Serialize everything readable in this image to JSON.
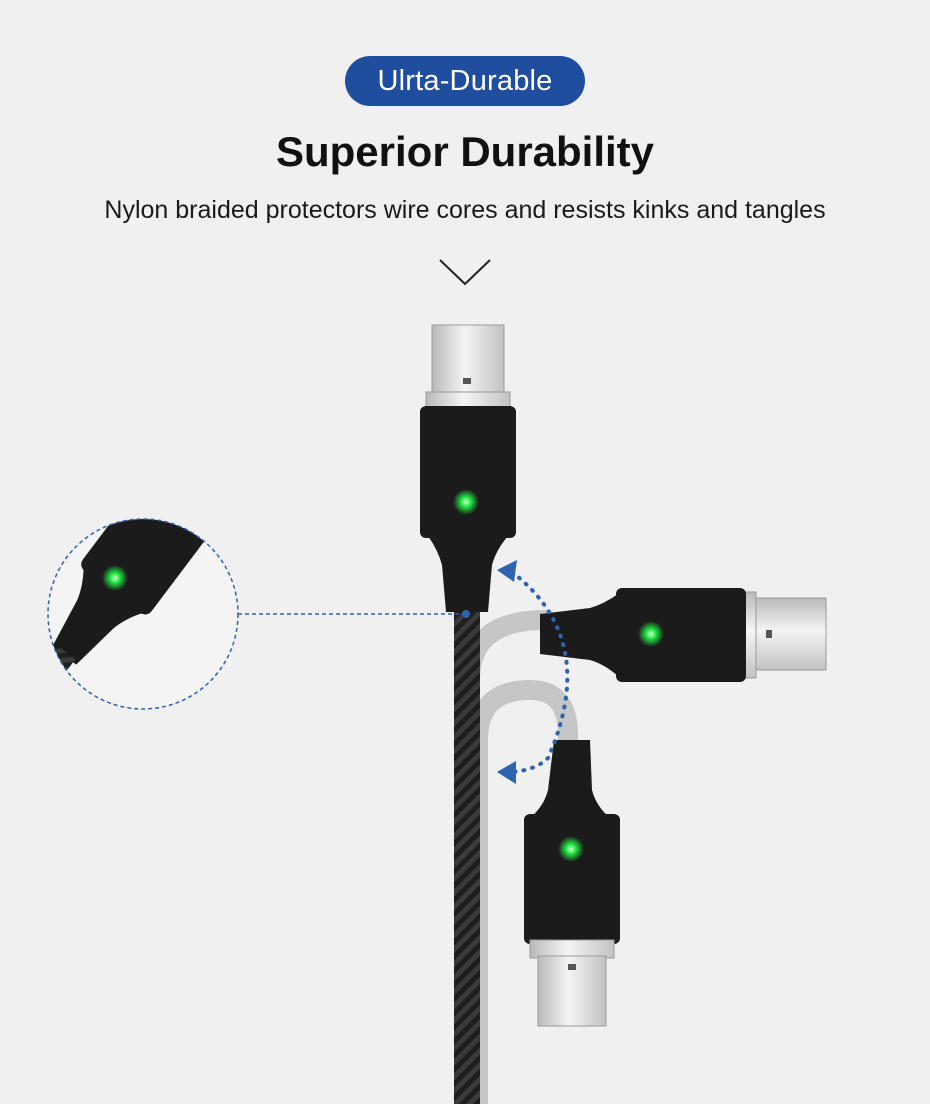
{
  "badge": {
    "label": "Ulrta-Durable"
  },
  "header": {
    "title": "Superior Durability",
    "subtitle": "Nylon braided protectors wire cores and resists kinks and tangles"
  },
  "icons": {
    "scroll_down": "chevron-down-icon",
    "led": "green-led-icon",
    "bend_arrow": "curved-arrow-icon"
  },
  "colors": {
    "background": "#f0f0f0",
    "accent": "#1f4e9e",
    "led": "#22ee44",
    "connector": "#1a1a1a"
  }
}
